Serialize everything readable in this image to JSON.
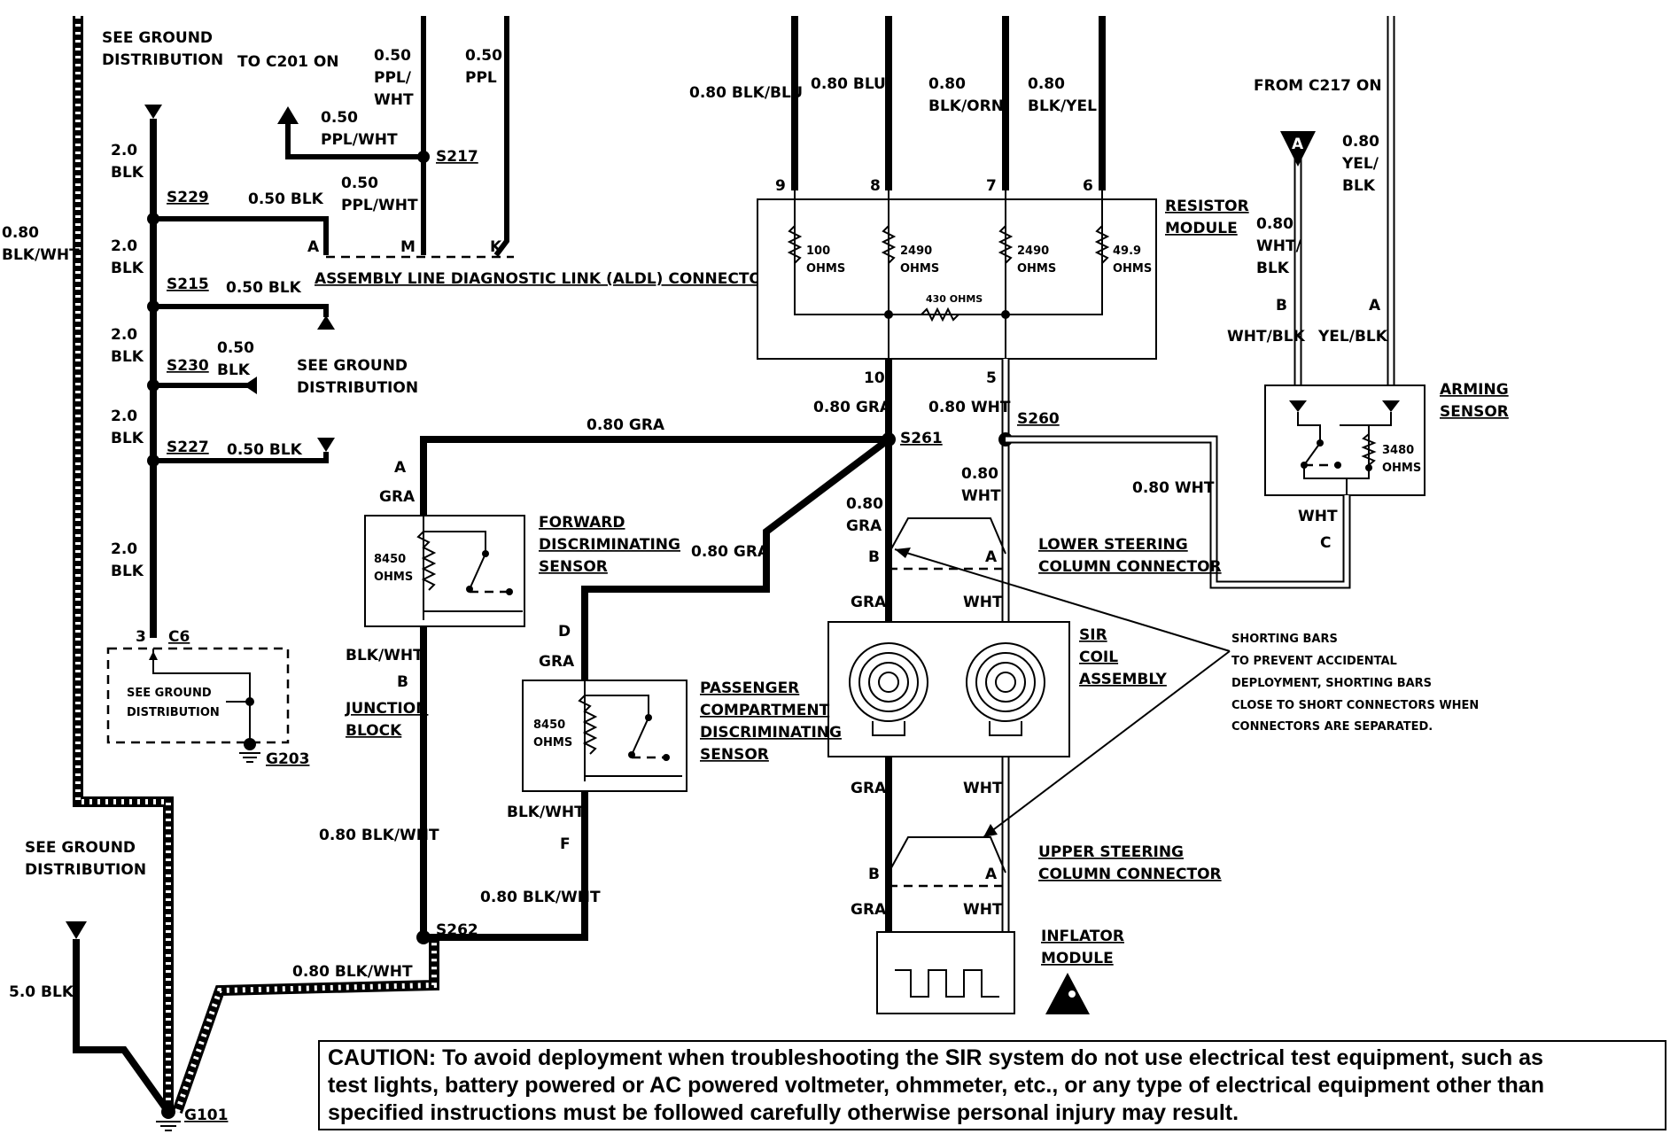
{
  "title": "",
  "ground": {
    "see_ground_top": [
      "SEE GROUND",
      "DISTRIBUTION"
    ],
    "to_c201": "TO C201 ON",
    "see_ground_mid": [
      "SEE GROUND",
      "DISTRIBUTION"
    ],
    "see_ground_box": [
      "SEE GROUND",
      "DISTRIBUTION"
    ],
    "see_ground_bottom": [
      "SEE GROUND",
      "DISTRIBUTION"
    ],
    "g203": "G203",
    "g101": "G101",
    "c6": "C6",
    "c6_pin": "3"
  },
  "wires": {
    "left_blkwht": [
      "0.80",
      "BLK/WHT"
    ],
    "blk_20_a": [
      "2.0",
      "BLK"
    ],
    "blk_20_b": [
      "2.0",
      "BLK"
    ],
    "blk_20_c": [
      "2.0",
      "BLK"
    ],
    "blk_20_d": [
      "2.0",
      "BLK"
    ],
    "blk_20_e": [
      "2.0",
      "BLK"
    ],
    "s229": "S229",
    "s229_wire": "0.50 BLK",
    "s215": "S215",
    "s215_wire": "0.50 BLK",
    "s230": "S230",
    "s230_wire": [
      "0.50",
      "BLK"
    ],
    "s227": "S227",
    "s227_wire": "0.50 BLK",
    "ppl_wht_top": [
      "0.50",
      "PPL/",
      "WHT"
    ],
    "ppl_top": [
      "0.50",
      "PPL"
    ],
    "ppl_wht_left": [
      "0.50",
      "PPL/WHT"
    ],
    "ppl_wht_low": [
      "0.50",
      "PPL/WHT"
    ],
    "s217": "S217",
    "blk_50": "5.0 BLK",
    "gra_80_top": "0.80 GRA",
    "gra_80_mid": "0.80 GRA",
    "gra_80_right": "0.80 GRA",
    "gra_80_col": [
      "0.80",
      "GRA"
    ],
    "wht_80_right": "0.80 WHT",
    "wht_80_col": [
      "0.80",
      "WHT"
    ],
    "wht_80_arm": "0.80 WHT",
    "s261": "S261",
    "s260": "S260",
    "s262": "S262",
    "blkwht_80_a": "0.80 BLK/WHT",
    "blkwht_80_b": "0.80 BLK/WHT",
    "blkwht_80_c": "0.80 BLK/WHT",
    "gra_a": "GRA",
    "gra_d": "GRA",
    "blkwht_fwd": "BLK/WHT",
    "blkwht_pass": "BLK/WHT",
    "pin_a_fwd": "A",
    "pin_b_fwd": "B",
    "pin_d": "D",
    "pin_f": "F"
  },
  "aldl": {
    "label": "ASSEMBLY LINE DIAGNOSTIC LINK (ALDL) CONNECTOR",
    "pin_a": "A",
    "pin_m": "M",
    "pin_k": "K"
  },
  "resistor_module": {
    "label": [
      "RESISTOR",
      "MODULE"
    ],
    "wire_9": "0.80 BLK/BLU",
    "wire_8": "0.80 BLU",
    "wire_7": [
      "0.80",
      "BLK/ORN"
    ],
    "wire_6": [
      "0.80",
      "BLK/YEL"
    ],
    "pin_9": "9",
    "pin_8": "8",
    "pin_7": "7",
    "pin_6": "6",
    "r1": [
      "100",
      "OHMS"
    ],
    "r2": [
      "2490",
      "OHMS"
    ],
    "r3": [
      "2490",
      "OHMS"
    ],
    "r4": [
      "49.9",
      "OHMS"
    ],
    "r5": "430 OHMS",
    "pin_10": "10",
    "pin_5": "5"
  },
  "arming_sensor": {
    "label": [
      "ARMING",
      "SENSOR"
    ],
    "from_c217": "FROM C217 ON",
    "marker": "A",
    "yel_blk": [
      "0.80",
      "YEL/",
      "BLK"
    ],
    "wht_blk": [
      "0.80",
      "WHT/",
      "BLK"
    ],
    "pin_b": "B",
    "pin_a": "A",
    "pin_c": "C",
    "wht_blk_lbl": "WHT/BLK",
    "yel_blk_lbl": "YEL/BLK",
    "resistance": [
      "3480",
      "OHMS"
    ],
    "wht_lbl": "WHT"
  },
  "forward_sensor": {
    "label": [
      "FORWARD",
      "DISCRIMINATING",
      "SENSOR"
    ],
    "resistance": [
      "8450",
      "OHMS"
    ]
  },
  "junction_block": {
    "label": [
      "JUNCTION",
      "BLOCK"
    ]
  },
  "passenger_sensor": {
    "label": [
      "PASSENGER",
      "COMPARTMENT",
      "DISCRIMINATING",
      "SENSOR"
    ],
    "resistance": [
      "8450",
      "OHMS"
    ]
  },
  "steering": {
    "lower_label": [
      "LOWER STEERING",
      "COLUMN CONNECTOR"
    ],
    "upper_label": [
      "UPPER STEERING",
      "COLUMN CONNECTOR"
    ],
    "pin_b": "B",
    "pin_a": "A",
    "gra": "GRA",
    "wht": "WHT",
    "coil_label": [
      "SIR",
      "COIL",
      "ASSEMBLY"
    ],
    "inflator_label": [
      "INFLATOR",
      "MODULE"
    ]
  },
  "shorting_note": [
    "SHORTING BARS",
    "TO PREVENT ACCIDENTAL",
    "DEPLOYMENT, SHORTING BARS",
    "CLOSE TO SHORT CONNECTORS WHEN",
    "CONNECTORS ARE SEPARATED."
  ],
  "caution": [
    "CAUTION:  To avoid deployment when troubleshooting the SIR system do not use electrical test equipment, such as",
    "test lights, battery powered or  AC powered voltmeter, ohmmeter, etc., or  any type of electrical equipment other than",
    "specified  instructions  must be followed carefully otherwise personal injury  may result."
  ]
}
